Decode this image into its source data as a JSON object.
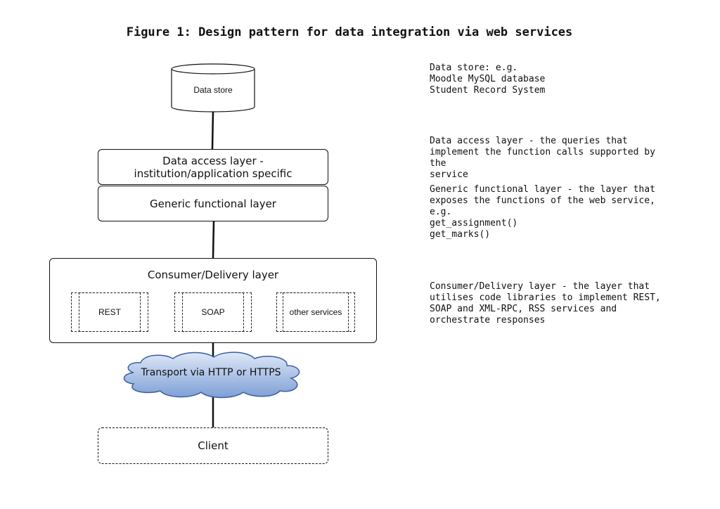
{
  "title": "Figure 1: Design pattern for data integration via web services",
  "nodes": {
    "data_store": "Data store",
    "data_access": "Data access layer - institution/application specific",
    "generic_functional": "Generic functional layer",
    "consumer_delivery": "Consumer/Delivery layer",
    "services": [
      "REST",
      "SOAP",
      "other services"
    ],
    "transport": "Transport via HTTP or HTTPS",
    "client": "Client"
  },
  "notes": {
    "data_store": [
      "Data store: e.g.",
      "Moodle MySQL database",
      "Student Record System"
    ],
    "data_access": [
      "Data access layer - the queries that",
      "implement the function calls supported by the",
      "service"
    ],
    "generic_functional": [
      "Generic functional layer - the layer that",
      "exposes the functions of the web service, e.g.",
      "get_assignment()",
      "get_marks()"
    ],
    "consumer_delivery": [
      "Consumer/Delivery layer - the layer that",
      "utilises code libraries to implement REST,",
      "SOAP and XML-RPC, RSS services and",
      "orchestrate responses"
    ]
  },
  "colors": {
    "line": "#111111",
    "cloud_fill_top": "#dfe8f8",
    "cloud_fill_bottom": "#7e9fd6",
    "cloud_stroke": "#3c5f9e"
  }
}
